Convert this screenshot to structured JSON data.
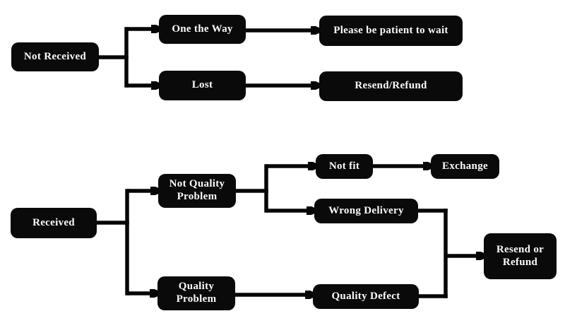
{
  "diagram": {
    "background_color": "#ffffff",
    "node_color": "#0a0a0a",
    "text_color": "#fbfbfb",
    "connector_color": "#060606",
    "nodes": {
      "not_received": "Not Received",
      "one_the_way": "One the Way",
      "please_wait": "Please be patient to wait",
      "lost": "Lost",
      "resend_refund": "Resend/Refund",
      "received": "Received",
      "not_quality_problem": "Not Quality Problem",
      "not_fit": "Not fit",
      "exchange": "Exchange",
      "wrong_delivery": "Wrong Delivery",
      "quality_problem": "Quality Problem",
      "quality_defect": "Quality Defect",
      "resend_or_refund": "Resend or Refund"
    },
    "edges": [
      {
        "from": "Not Received",
        "to": "One the Way"
      },
      {
        "from": "Not Received",
        "to": "Lost"
      },
      {
        "from": "One the Way",
        "to": "Please be patient to wait"
      },
      {
        "from": "Lost",
        "to": "Resend/Refund"
      },
      {
        "from": "Received",
        "to": "Not Quality Problem"
      },
      {
        "from": "Received",
        "to": "Quality Problem"
      },
      {
        "from": "Not Quality Problem",
        "to": "Not fit"
      },
      {
        "from": "Not Quality Problem",
        "to": "Wrong Delivery"
      },
      {
        "from": "Not fit",
        "to": "Exchange"
      },
      {
        "from": "Quality Problem",
        "to": "Quality Defect"
      },
      {
        "from": "Wrong Delivery",
        "to": "Resend or Refund"
      },
      {
        "from": "Quality Defect",
        "to": "Resend or Refund"
      }
    ]
  }
}
